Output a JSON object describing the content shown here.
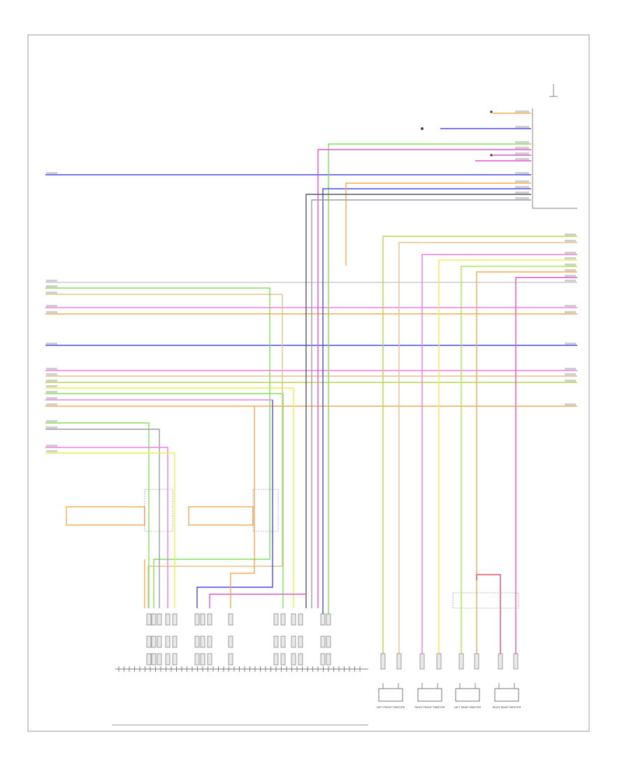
{
  "diagram": {
    "footer_code": "",
    "wire_colors": {
      "blue": "#4a4ae6",
      "green": "#82e05a",
      "yellowgreen": "#bcd24a",
      "orange": "#f5a94f",
      "tan": "#e0c08a",
      "pink": "#f07ae6",
      "magenta": "#e054c8",
      "yellow": "#f0ee4e",
      "red": "#e05060",
      "gray": "#9a9aa8",
      "darkgray": "#555566",
      "lime": "#a8e84a"
    },
    "speakers": [
      {
        "label": "LEFT FRONT TWEETER"
      },
      {
        "label": "RIGHT FRONT TWEETER"
      },
      {
        "label": "LEFT REAR TWEETER"
      },
      {
        "label": "RIGHT REAR TWEETER"
      }
    ]
  }
}
